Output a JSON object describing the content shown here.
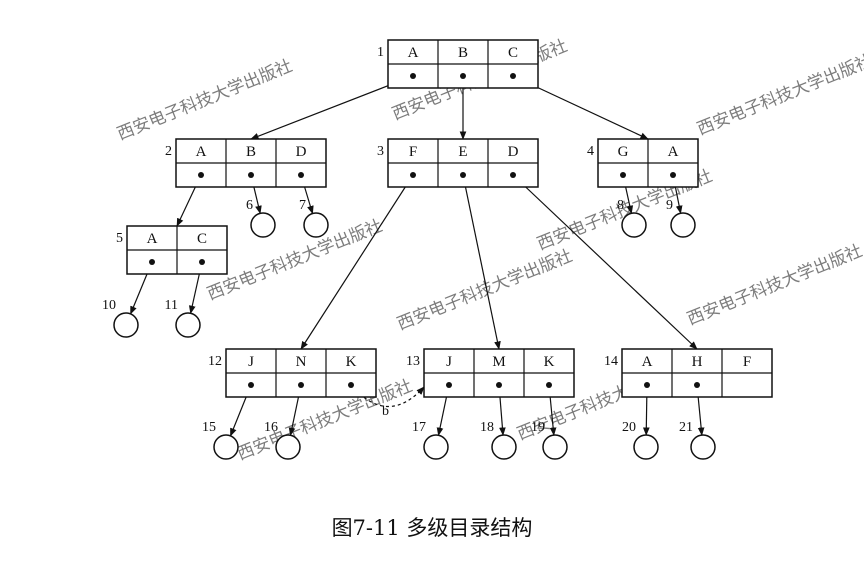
{
  "diagram": {
    "nodes": [
      {
        "id": "1",
        "cells": [
          "A",
          "B",
          "C"
        ]
      },
      {
        "id": "2",
        "cells": [
          "A",
          "B",
          "D"
        ]
      },
      {
        "id": "3",
        "cells": [
          "F",
          "E",
          "D"
        ]
      },
      {
        "id": "4",
        "cells": [
          "G",
          "A"
        ]
      },
      {
        "id": "5",
        "cells": [
          "A",
          "C"
        ]
      },
      {
        "id": "12",
        "cells": [
          "J",
          "N",
          "K"
        ]
      },
      {
        "id": "13",
        "cells": [
          "J",
          "M",
          "K"
        ]
      },
      {
        "id": "14",
        "cells": [
          "A",
          "H",
          "F"
        ]
      }
    ],
    "leaves": [
      "6",
      "7",
      "8",
      "9",
      "10",
      "11",
      "15",
      "16",
      "17",
      "18",
      "19",
      "20",
      "21"
    ],
    "edges": [
      {
        "from": "1.0",
        "to": "2"
      },
      {
        "from": "1.1",
        "to": "3"
      },
      {
        "from": "1.2",
        "to": "4"
      },
      {
        "from": "2.0",
        "to": "5"
      },
      {
        "from": "2.1",
        "to": "6"
      },
      {
        "from": "2.2",
        "to": "7"
      },
      {
        "from": "3.0",
        "to": "12"
      },
      {
        "from": "3.1",
        "to": "13"
      },
      {
        "from": "3.2",
        "to": "14"
      },
      {
        "from": "4.0",
        "to": "8"
      },
      {
        "from": "4.1",
        "to": "9"
      },
      {
        "from": "5.0",
        "to": "10"
      },
      {
        "from": "5.1",
        "to": "11"
      },
      {
        "from": "12.0",
        "to": "15"
      },
      {
        "from": "12.1",
        "to": "16"
      },
      {
        "from": "13.0",
        "to": "17"
      },
      {
        "from": "13.1",
        "to": "18"
      },
      {
        "from": "13.2",
        "to": "19"
      },
      {
        "from": "14.0",
        "to": "20"
      },
      {
        "from": "14.1",
        "to": "21"
      }
    ],
    "link": {
      "from": "12.2",
      "to": "13",
      "label": "b",
      "style": "dashed"
    },
    "watermark_text": "西安电子科技大学出版社",
    "colors": {
      "line": "#111111",
      "watermark": "#c8c8c8"
    }
  },
  "caption": "图7-11  多级目录结构"
}
